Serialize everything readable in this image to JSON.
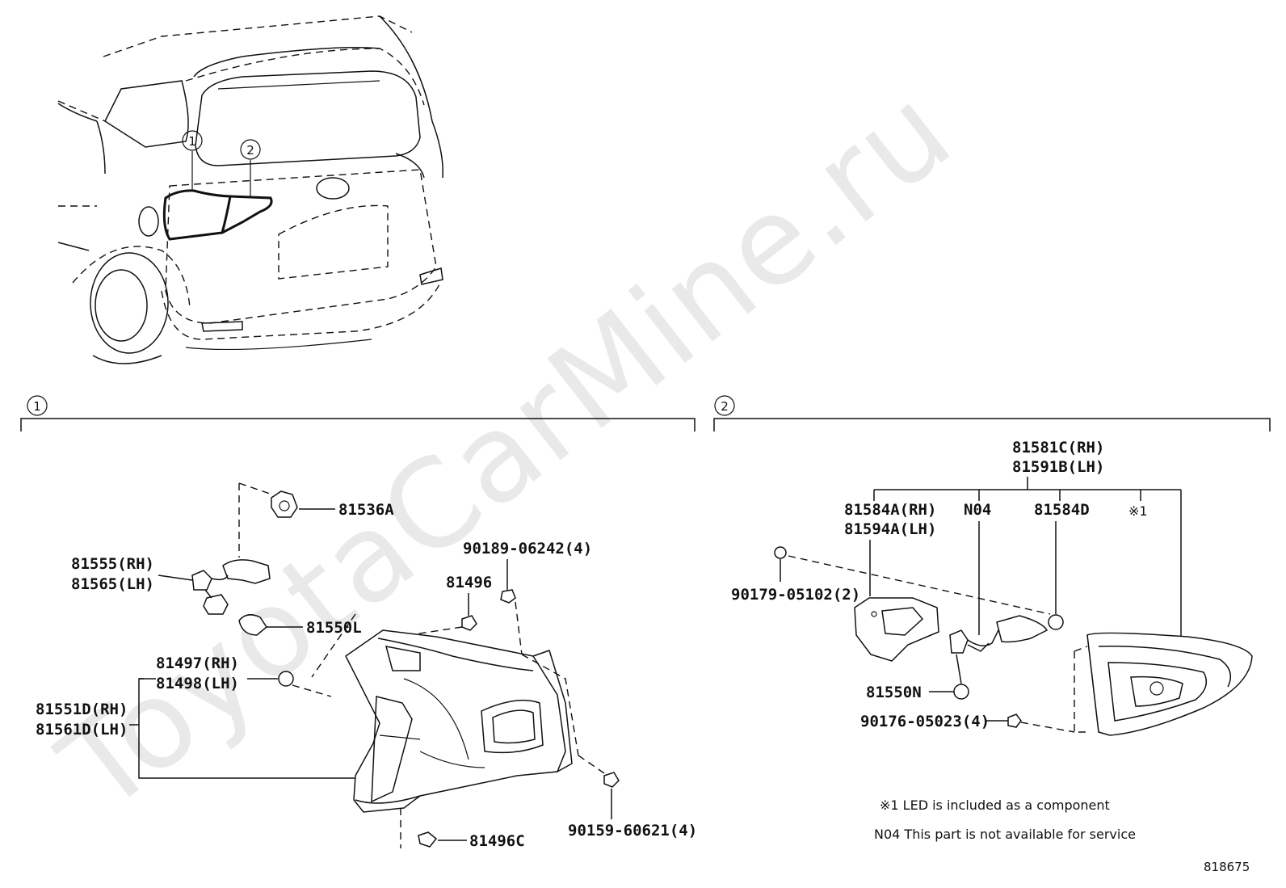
{
  "watermark": "ToyotaCarMine.ru",
  "figure_id": "818675",
  "overview": {
    "callout_1": "1",
    "callout_2": "2"
  },
  "section_1": {
    "marker": "1",
    "labels": {
      "p81536A": "81536A",
      "p81555": "81555(RH)",
      "p81565": "81565(LH)",
      "p90189": "90189-06242(4)",
      "p81496": "81496",
      "p81550L": "81550L",
      "p81497": "81497(RH)",
      "p81498": "81498(LH)",
      "p81551D": "81551D(RH)",
      "p81561D": "81561D(LH)",
      "p81496C": "81496C",
      "p90159": "90159-60621(4)"
    }
  },
  "section_2": {
    "marker": "2",
    "labels": {
      "p81581C": "81581C(RH)",
      "p81591B": "81591B(LH)",
      "p81584A": "81584A(RH)",
      "p81594A": "81594A(LH)",
      "pN04": "N04",
      "p81584D": "81584D",
      "pLED": "※1",
      "p90179": "90179-05102(2)",
      "p81550N": "81550N",
      "p90176": "90176-05023(4)"
    },
    "notes": {
      "led": "※1 LED is included as a component",
      "n04": "N04 This part is not available for service"
    }
  }
}
